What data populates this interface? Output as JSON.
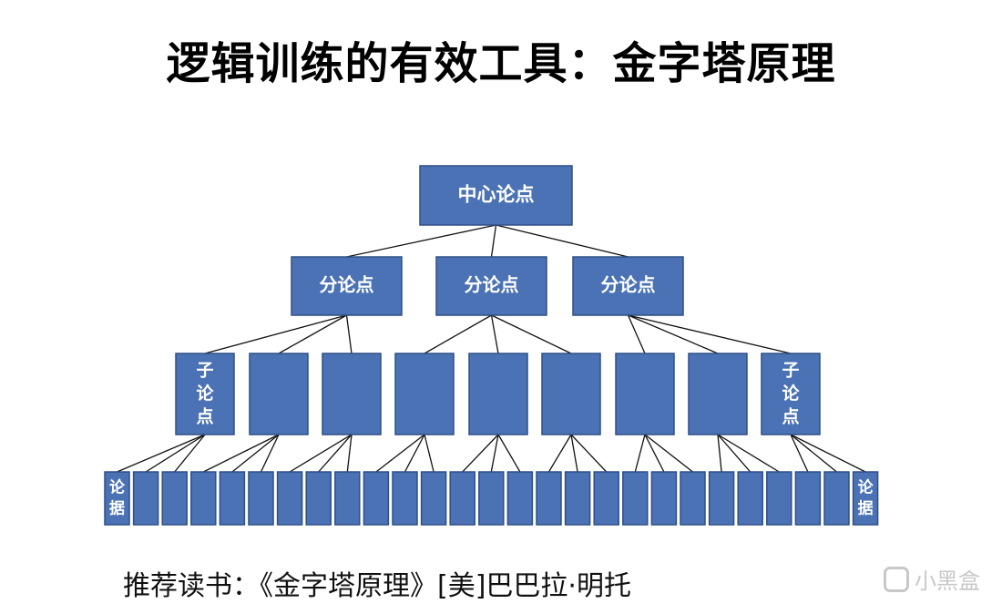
{
  "title": "逻辑训练的有效工具：金字塔原理",
  "pyramid": {
    "root": "中心论点",
    "level2": [
      "分论点",
      "分论点",
      "分论点"
    ],
    "level3": [
      {
        "label": "子论点"
      },
      {
        "label": ""
      },
      {
        "label": ""
      },
      {
        "label": ""
      },
      {
        "label": ""
      },
      {
        "label": ""
      },
      {
        "label": ""
      },
      {
        "label": ""
      },
      {
        "label": "子论点"
      }
    ],
    "leaves": [
      "论据",
      "",
      "",
      "",
      "",
      "",
      "",
      "",
      "",
      "",
      "",
      "",
      "",
      "",
      "",
      "",
      "",
      "",
      "",
      "",
      "",
      "",
      "",
      "",
      "",
      "",
      "论据"
    ]
  },
  "footer": "推荐读书：《金字塔原理》[美]巴巴拉·明托",
  "watermark": "小黑盒",
  "colors": {
    "box": "#4a72b4",
    "box_border": "#2f4f87",
    "line": "#111111"
  }
}
